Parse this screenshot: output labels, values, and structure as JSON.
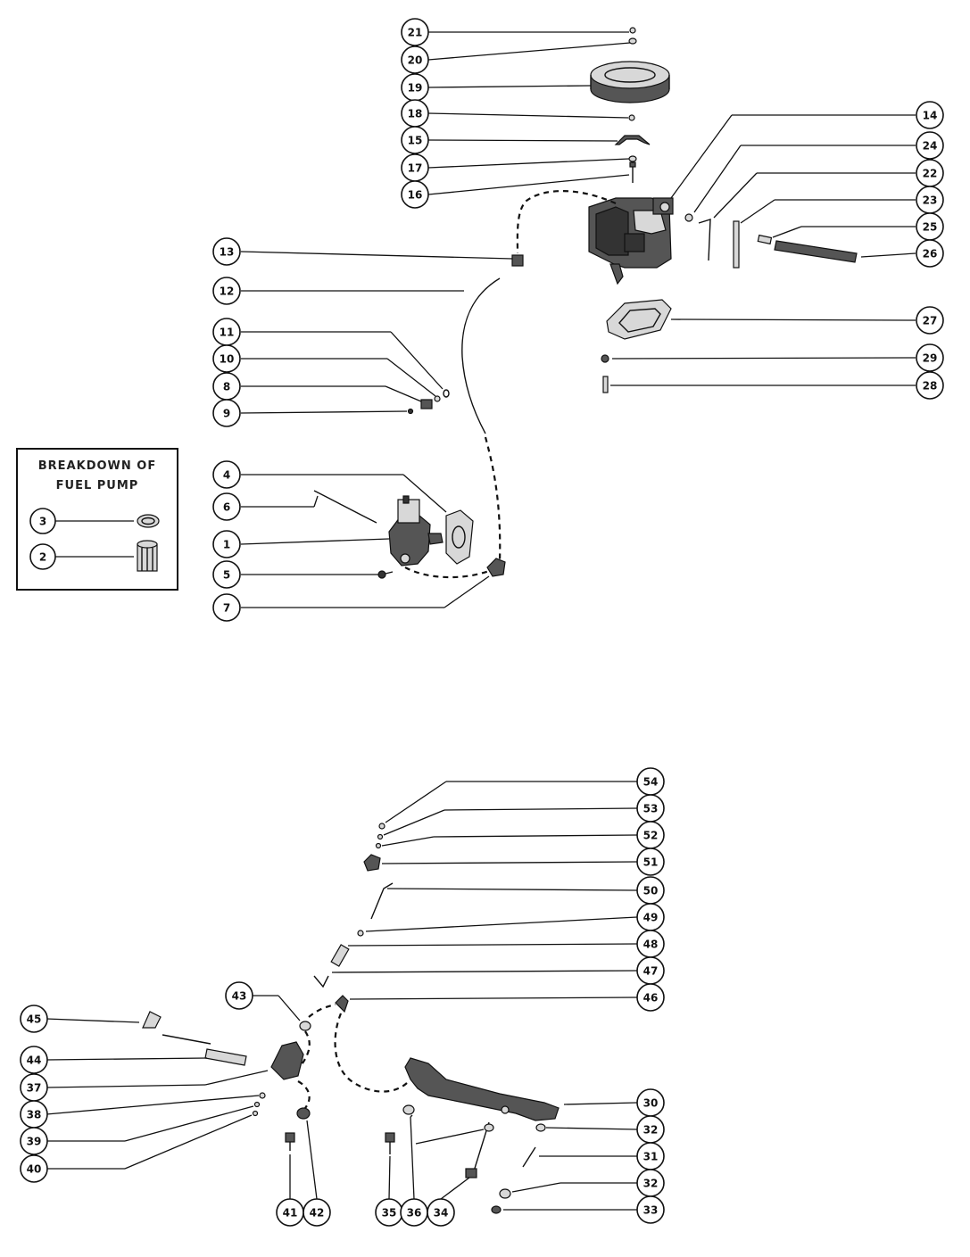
{
  "inset": {
    "title": "BREAKDOWN OF\nFUEL PUMP"
  },
  "callouts": {
    "c21": "21",
    "c20": "20",
    "c19": "19",
    "c18": "18",
    "c15": "15",
    "c17": "17",
    "c16": "16",
    "c14": "14",
    "c24": "24",
    "c22": "22",
    "c23": "23",
    "c25": "25",
    "c26": "26",
    "c27": "27",
    "c29": "29",
    "c28": "28",
    "c13": "13",
    "c12": "12",
    "c11": "11",
    "c10": "10",
    "c8": "8",
    "c9": "9",
    "c4": "4",
    "c6": "6",
    "c1": "1",
    "c5": "5",
    "c7": "7",
    "c3": "3",
    "c2": "2",
    "c54": "54",
    "c53": "53",
    "c52": "52",
    "c51": "51",
    "c50": "50",
    "c49": "49",
    "c48": "48",
    "c47": "47",
    "c46": "46",
    "c43": "43",
    "c45": "45",
    "c44": "44",
    "c37": "37",
    "c38": "38",
    "c39": "39",
    "c40": "40",
    "c30": "30",
    "c32a": "32",
    "c31": "31",
    "c32b": "32",
    "c33": "33",
    "c41": "41",
    "c42": "42",
    "c35": "35",
    "c36": "36",
    "c34": "34"
  }
}
